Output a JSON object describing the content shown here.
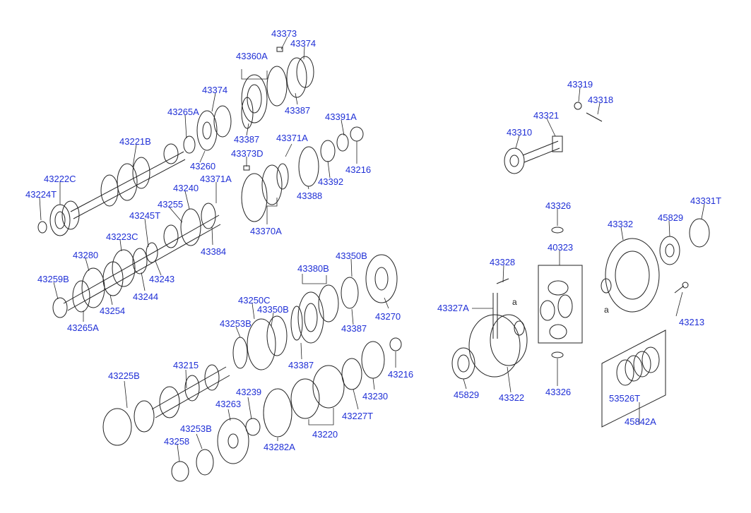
{
  "diagram": {
    "labels": [
      "43373",
      "43374",
      "43360A",
      "43374",
      "43387",
      "43265A",
      "43387",
      "43221B",
      "43260",
      "43373D",
      "43371A",
      "43391A",
      "43216",
      "43392",
      "43388",
      "43222C",
      "43224T",
      "43240",
      "43371A",
      "43255",
      "43245T",
      "43384",
      "43370A",
      "43223C",
      "43280",
      "43243",
      "43259B",
      "43244",
      "43254",
      "43265A",
      "43380B",
      "43350B",
      "43250C",
      "43350B",
      "43253B",
      "43387",
      "43270",
      "43387",
      "43215",
      "43225B",
      "43216",
      "43239",
      "43263",
      "43230",
      "43227T",
      "43253B",
      "43258",
      "43282A",
      "43220",
      "43319",
      "43318",
      "43321",
      "43310",
      "43326",
      "43331T",
      "43332",
      "45829",
      "40323",
      "43328",
      "43327A",
      "43213",
      "45829",
      "43322",
      "43326",
      "53526T",
      "45842A"
    ],
    "markers": [
      "a",
      "a"
    ]
  }
}
